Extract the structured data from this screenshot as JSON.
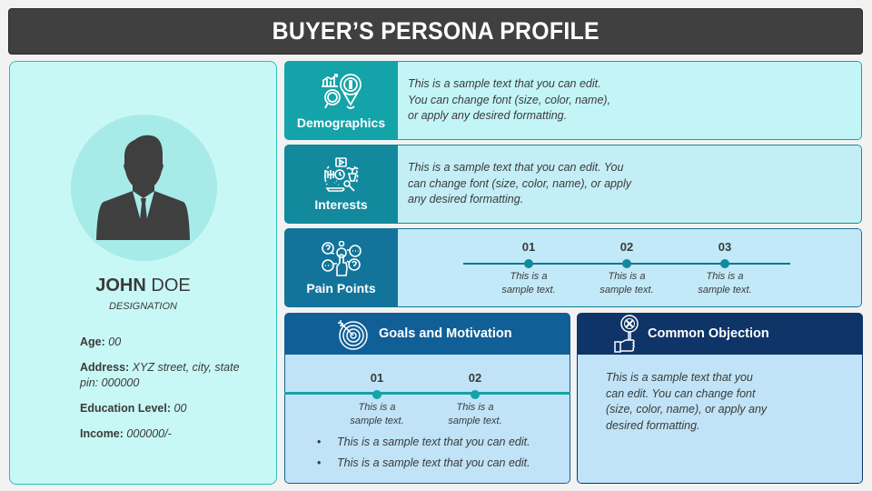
{
  "title": "BUYER’S PERSONA PROFILE",
  "colors": {
    "title_bg": "#404040",
    "profile_bg": "#c8f8f5",
    "profile_border": "#2bbfb4",
    "demographics": "#14a3a8",
    "interests": "#12899d",
    "pain_points": "#12749a",
    "goals": "#115f97",
    "objection": "#0e3468",
    "timeline_teal": "#16a2a6"
  },
  "profile": {
    "first_name": "JOHN",
    "last_name": "DOE",
    "designation": "DESIGNATION",
    "avatar_icon": "businessman-silhouette-icon",
    "details": [
      {
        "label": "Age:",
        "value": "00"
      },
      {
        "label": "Address:",
        "value": "XYZ street, city, state pin: 000000"
      },
      {
        "label": "Education Level:",
        "value": "00"
      },
      {
        "label": "Income:",
        "value": "000000/-"
      }
    ]
  },
  "sections": {
    "demographics": {
      "label": "Demographics",
      "icon": "demographics-location-icon",
      "text_lines": [
        "This is a sample text that you can edit.",
        "You can change font (size, color, name),",
        "or apply any desired formatting."
      ]
    },
    "interests": {
      "label": "Interests",
      "icon": "interests-hobbies-icon",
      "text_lines": [
        "This is a sample text that you can edit. You",
        "can change font (size, color, name), or apply",
        "any desired formatting."
      ]
    },
    "pain_points": {
      "label": "Pain Points",
      "icon": "pain-points-questions-icon",
      "items": [
        {
          "num": "01",
          "line1": "This is a",
          "line2": "sample text."
        },
        {
          "num": "02",
          "line1": "This is a",
          "line2": "sample text."
        },
        {
          "num": "03",
          "line1": "This is a",
          "line2": "sample text."
        }
      ]
    },
    "goals": {
      "label": "Goals and Motivation",
      "icon": "target-arrow-icon",
      "items": [
        {
          "num": "01",
          "line1": "This is a",
          "line2": "sample text."
        },
        {
          "num": "02",
          "line1": "This is a",
          "line2": "sample text."
        }
      ],
      "bullets": [
        "This is a sample text that you can edit.",
        "This is a sample text that you can edit."
      ]
    },
    "objection": {
      "label": "Common Objection",
      "icon": "hand-x-sign-icon",
      "text_lines": [
        "This is a sample text that you",
        "can edit. You can change font",
        "(size, color, name), or apply any",
        "desired formatting."
      ]
    }
  }
}
